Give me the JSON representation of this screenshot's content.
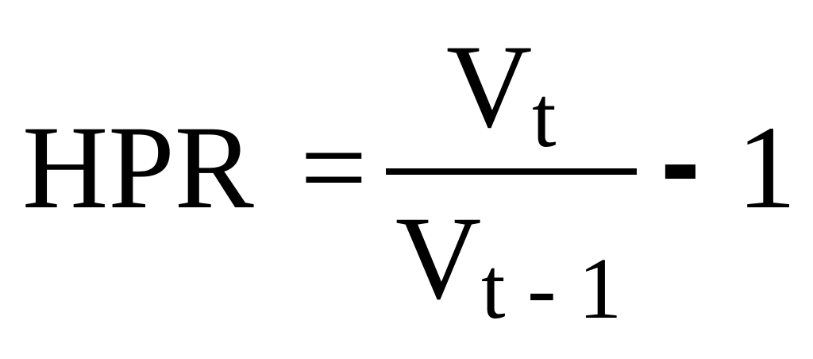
{
  "formula": {
    "lhs": "HPR",
    "equals": "=",
    "numerator_var": "V",
    "numerator_sub": "t",
    "denominator_var": "V",
    "denominator_sub": "t - 1",
    "minus": "-",
    "constant": "1"
  }
}
